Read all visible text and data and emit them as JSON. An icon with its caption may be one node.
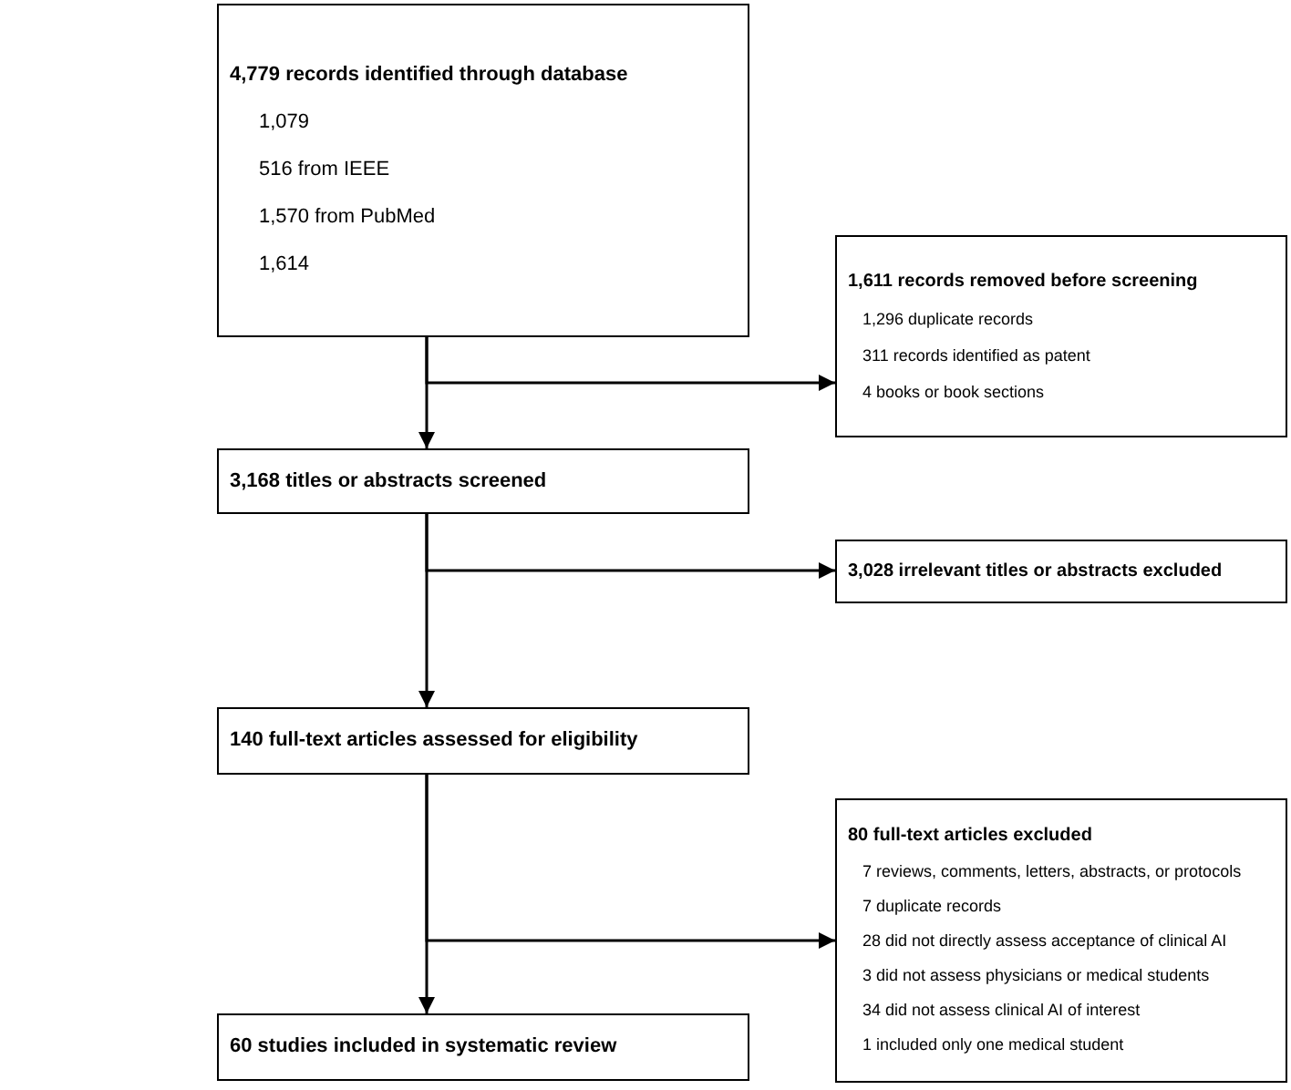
{
  "diagram": {
    "nodes": [
      {
        "text": [
          "4,779 records identified through database",
          "1,079",
          "516 from IEEE",
          "1,570 from PubMed",
          "1,614"
        ]
      },
      {
        "text": [
          "1,611 records removed before screening",
          "1,296 duplicate records",
          "311 records identified as patent",
          "4 books or book sections"
        ]
      },
      {
        "text": [
          "3,168 titles or abstracts screened"
        ]
      },
      {
        "text": [
          "3,028 irrelevant titles or abstracts excluded"
        ]
      },
      {
        "text": [
          "140 full-text articles assessed for eligibility"
        ]
      },
      {
        "text": [
          "80 full-text articles excluded",
          "7 reviews, comments, letters, abstracts, or protocols",
          "7 duplicate records",
          "28 did not directly assess acceptance of clinical AI",
          "3 did not assess physicians or medical students",
          "34 did not assess clinical AI of interest",
          "1 included only one medical student"
        ]
      },
      {
        "text": [
          "60 studies included in systematic review"
        ]
      }
    ],
    "edges": [
      {
        "from": 0,
        "to": 2,
        "arrow": "to"
      },
      {
        "from": 0,
        "to": 1,
        "arrow": "to"
      },
      {
        "from": 2,
        "to": 4,
        "arrow": "to"
      },
      {
        "from": 2,
        "to": 3,
        "arrow": "to"
      },
      {
        "from": 4,
        "to": 6,
        "arrow": "to"
      },
      {
        "from": 4,
        "to": 5,
        "arrow": "to"
      }
    ]
  }
}
